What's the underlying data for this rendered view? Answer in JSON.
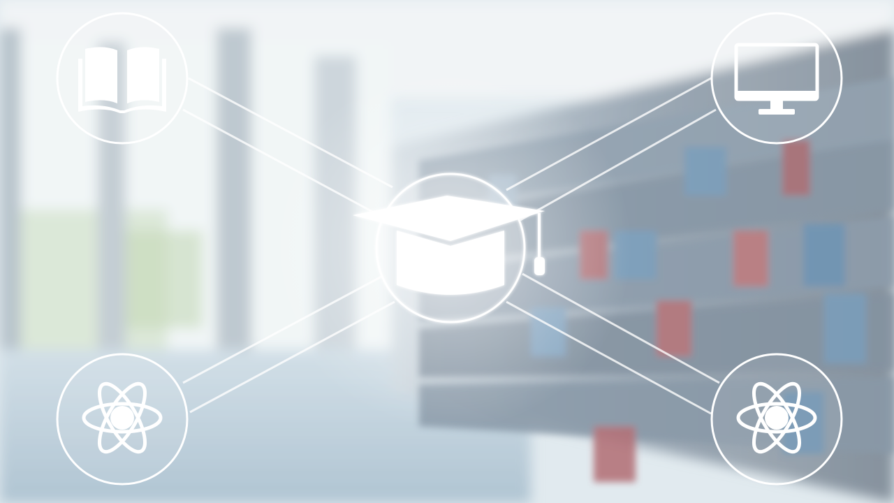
{
  "scene": {
    "center_icon": "graduation-cap-icon",
    "satellites": [
      {
        "position": "top-left",
        "icon": "open-book-icon"
      },
      {
        "position": "top-right",
        "icon": "computer-monitor-icon"
      },
      {
        "position": "bottom-left",
        "icon": "atom-icon"
      },
      {
        "position": "bottom-right",
        "icon": "atom-icon"
      }
    ],
    "background": "blurred-library-bookshelves",
    "colors": {
      "sky": "#dfe9ef",
      "shelf_dark": "#5b6f82",
      "book_blue": "#5d89ad",
      "book_red": "#a7545a",
      "line": "#ffffff"
    }
  }
}
